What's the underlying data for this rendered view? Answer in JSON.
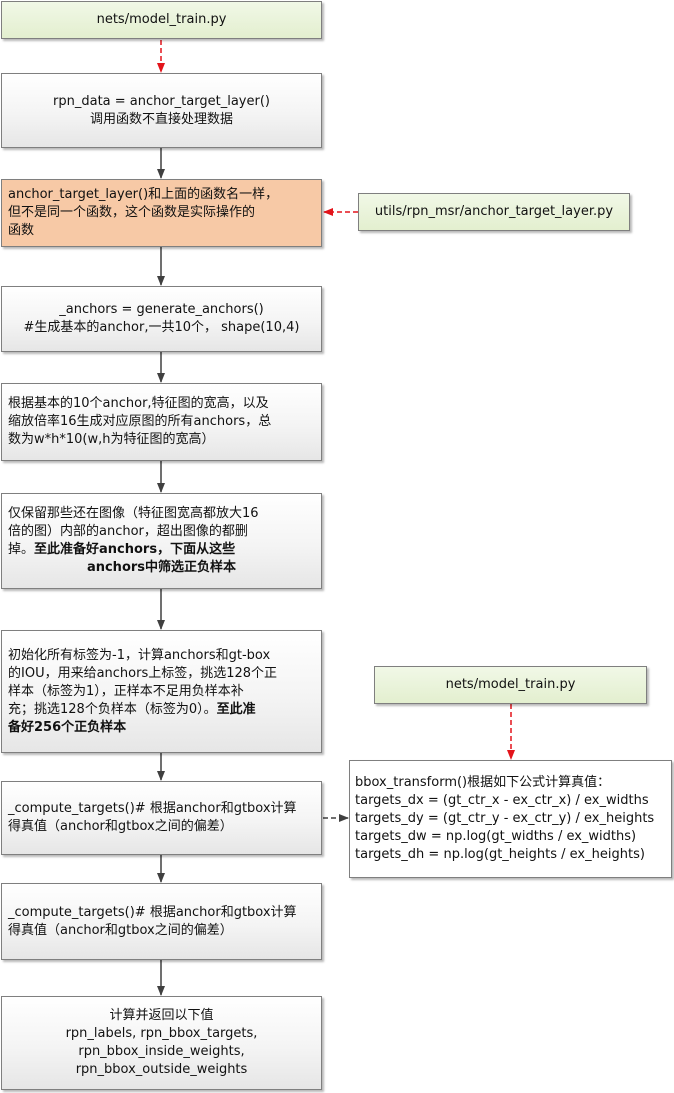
{
  "nodes": {
    "model_train_top": {
      "text": "nets/model_train.py"
    },
    "rpn_data": {
      "line1": "rpn_data = anchor_target_layer()",
      "line2": "调用函数不直接处理数据"
    },
    "anchor_target_layer": {
      "line1": "anchor_target_layer()和上面的函数名一样，",
      "line2": "但不是同一个函数，这个函数是实际操作的",
      "line3": "函数"
    },
    "utils_path": {
      "text": "utils/rpn_msr/anchor_target_layer.py"
    },
    "generate_anchors": {
      "line1": "_anchors = generate_anchors()",
      "line2": "#生成基本的anchor,一共10个，  shape(10,4)"
    },
    "all_anchors": {
      "line1": "根据基本的10个anchor,特征图的宽高，以及",
      "line2": "缩放倍率16生成对应原图的所有anchors，总",
      "line3": "数为w*h*10(w,h为特征图的宽高）"
    },
    "keep_inside": {
      "line1": "仅保留那些还在图像（特征图宽高都放大16",
      "line2": "倍的图）内部的anchor，超出图像的都删",
      "line3": "掉。",
      "line3_bold": "至此准备好anchors，下面从这些",
      "line4_bold": "anchors中筛选正负样本"
    },
    "labels": {
      "line1": "初始化所有标签为-1，计算anchors和gt-box",
      "line2": "的IOU，用来给anchors上标签，挑选128个正",
      "line3": "样本（标签为1），正样本不足用负样本补",
      "line4": "充；挑选128个负样本（标签为0）。",
      "line4_bold": "至此准",
      "line5_bold": "备好256个正负样本"
    },
    "compute_targets_1": {
      "line1": "_compute_targets()# 根据anchor和gtbox计算",
      "line2": "得真值（anchor和gtbox之间的偏差）"
    },
    "model_train_right": {
      "text": "nets/model_train.py"
    },
    "bbox_transform": {
      "line1": "bbox_transform()根据如下公式计算真值：",
      "line2": "targets_dx = (gt_ctr_x - ex_ctr_x) / ex_widths",
      "line3": "targets_dy = (gt_ctr_y - ex_ctr_y) / ex_heights",
      "line4": "targets_dw = np.log(gt_widths / ex_widths)",
      "line5": "targets_dh = np.log(gt_heights / ex_heights)"
    },
    "compute_targets_2": {
      "line1": "_compute_targets()# 根据anchor和gtbox计算",
      "line2": "得真值（anchor和gtbox之间的偏差）"
    },
    "returns": {
      "line1": "计算并返回以下值",
      "line2": "rpn_labels, rpn_bbox_targets,",
      "line3": "rpn_bbox_inside_weights,",
      "line4": "rpn_bbox_outside_weights"
    }
  },
  "colors": {
    "arrow_dark": "#404040",
    "arrow_red": "#e3141b",
    "border": "#7f7f7f",
    "orange_fill": "#f7c9a6",
    "green_fill": "#e3efcf"
  }
}
